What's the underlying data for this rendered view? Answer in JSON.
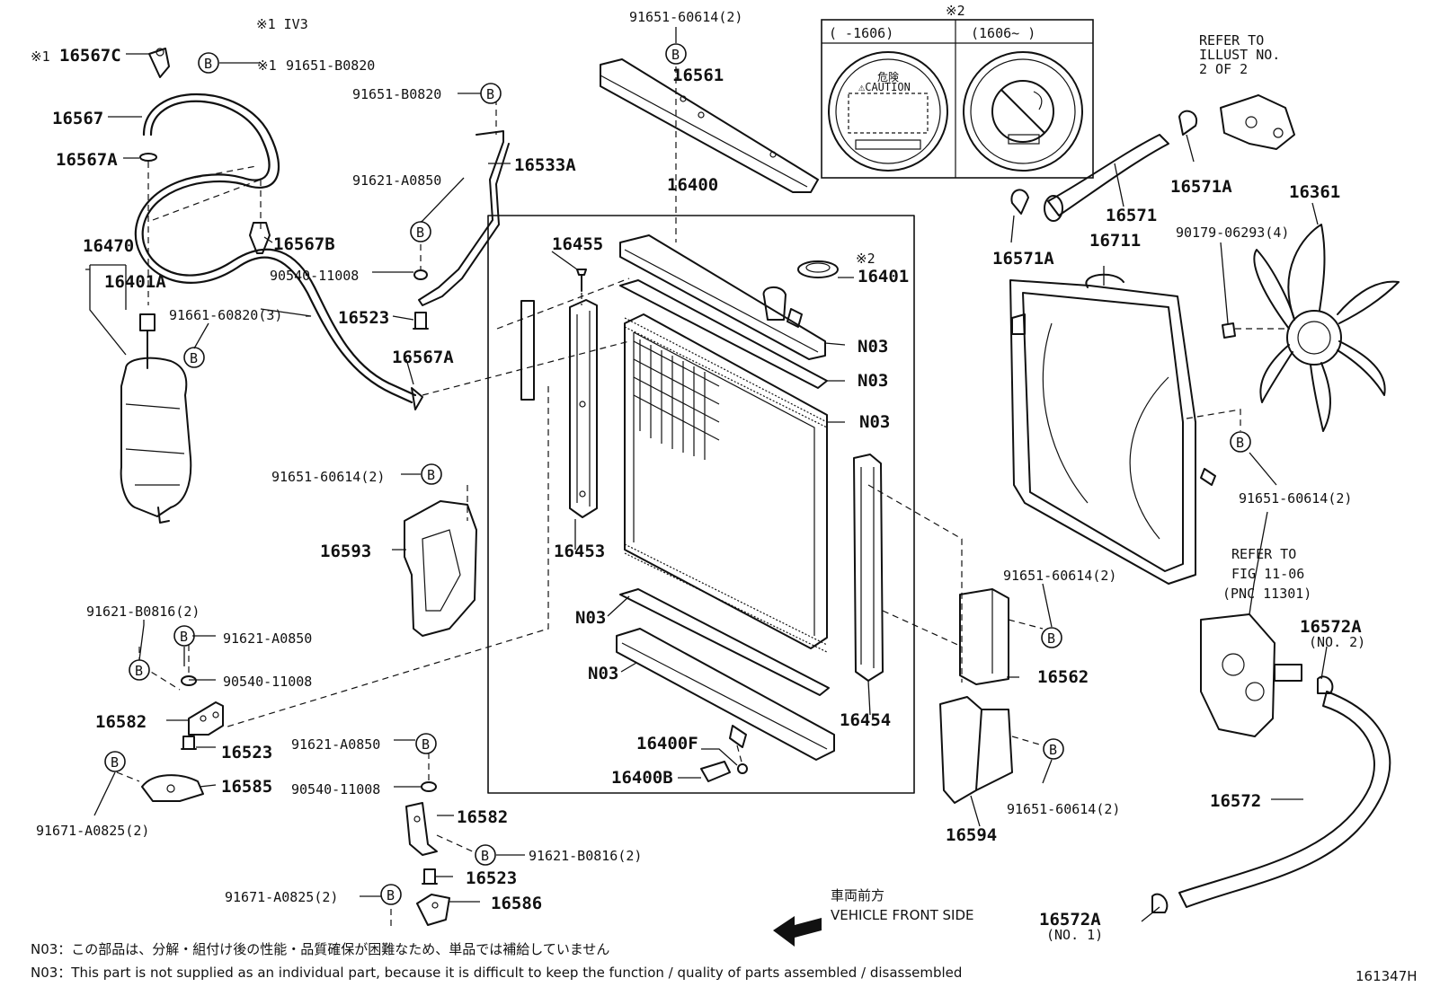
{
  "callouts": {
    "p16567C": "16567C",
    "p16567": "16567",
    "p16567A_top": "16567A",
    "p16470": "16470",
    "p16401A": "16401A",
    "p16567B": "16567B",
    "p16533A": "16533A",
    "p16523_a": "16523",
    "p16567A_bot": "16567A",
    "p16561": "16561",
    "p16400": "16400",
    "p16455": "16455",
    "p16401": "16401",
    "n03_1": "N03",
    "n03_2": "N03",
    "n03_3": "N03",
    "n03_4": "N03",
    "n03_5": "N03",
    "p16453": "16453",
    "p16593": "16593",
    "p16582_a": "16582",
    "p16523_b": "16523",
    "p16585": "16585",
    "p16582_b": "16582",
    "p16523_c": "16523",
    "p16586": "16586",
    "p16400F": "16400F",
    "p16400B": "16400B",
    "p16454": "16454",
    "p16562": "16562",
    "p16594": "16594",
    "p16571A_a": "16571A",
    "p16571": "16571",
    "p16571A_b": "16571A",
    "p16711": "16711",
    "p16361": "16361",
    "p16572A_a": "16572A",
    "p16572A_a_sub": "(NO. 2)",
    "p16572": "16572",
    "p16572A_b": "16572A",
    "p16572A_b_sub": "(NO. 1)"
  },
  "bolts": {
    "b_91651_B0820_a": "91651-B0820",
    "b_91651_B0820_b": "91651-B0820",
    "b_91651_60614_top": "91651-60614(2)",
    "b_91621_A0850_a": "91621-A0850",
    "b_90540_11008_a": "90540-11008",
    "b_91661_60820": "91661-60820(3)",
    "b_91651_60614_l": "91651-60614(2)",
    "b_91621_B0816_a": "91621-B0816(2)",
    "b_91621_A0850_b": "91621-A0850",
    "b_90540_11008_b": "90540-11008",
    "b_91671_A0825_a": "91671-A0825(2)",
    "b_91621_A0850_c": "91621-A0850",
    "b_90540_11008_c": "90540-11008",
    "b_91621_B0816_b": "91621-B0816(2)",
    "b_91671_A0825_b": "91671-A0825(2)",
    "b_91651_60614_r1": "91651-60614(2)",
    "b_91651_60614_r2": "91651-60614(2)",
    "b_90179_06293": "90179-06293(4)",
    "b_91651_60614_r3": "91651-60614(2)",
    "bolt_mark": "B"
  },
  "marks": {
    "mark1": "※1",
    "mark1_note": "※1 IV3",
    "mark2": "※2"
  },
  "cap_table": {
    "col1": "(     -1606)",
    "col2": "(1606~     )",
    "caution": "⚠CAUTION",
    "kiken": "危険"
  },
  "refer": {
    "r1_l1": "REFER TO",
    "r1_l2": "ILLUST NO.",
    "r1_l3": "2 OF 2",
    "r2_l1": "REFER TO",
    "r2_l2": "FIG 11-06",
    "r2_l3": "(PNC 11301)"
  },
  "front": {
    "jp": "車両前方",
    "en": "VEHICLE FRONT SIDE"
  },
  "notes": {
    "jp": "N03：この部品は、分解・組付け後の性能・品質確保が困難なため、単品では補給していません",
    "en": "N03：This part is not supplied as an individual part, because it is difficult to keep the function / quality of parts assembled / disassembled"
  },
  "figure_id": "161347H"
}
